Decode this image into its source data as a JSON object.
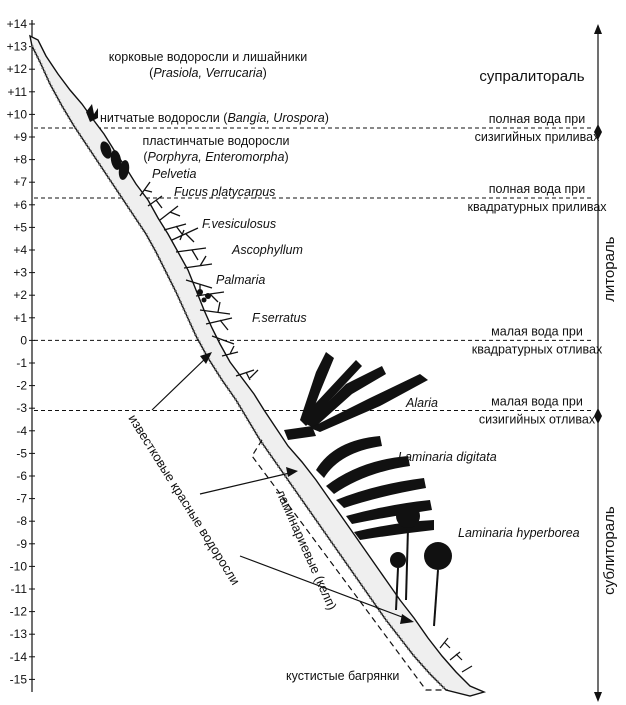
{
  "depth_axis": {
    "ticks": [
      "+14",
      "+13",
      "+12",
      "+11",
      "+10",
      "+9",
      "+8",
      "+7",
      "+6",
      "+5",
      "+4",
      "+3",
      "+2",
      "+1",
      "0",
      "-1",
      "-2",
      "-3",
      "-4",
      "-5",
      "-6",
      "-7",
      "-8",
      "-9",
      "-10",
      "-11",
      "-12",
      "-13",
      "-14",
      "-15"
    ]
  },
  "water_levels": [
    {
      "line1": "полная вода при",
      "line2": "сизигийных приливах",
      "level": 9.4
    },
    {
      "line1": "полная вода при",
      "line2": "квадратурных приливах",
      "level": 6.3
    },
    {
      "line1": "малая вода при",
      "line2": "квадратурных отливах",
      "level": 0
    },
    {
      "line1": "малая вода при",
      "line2": "сизигийных отливах",
      "level": -3.1
    }
  ],
  "zones": [
    {
      "name": "супралитораль",
      "from": 14,
      "to": 9.4
    },
    {
      "name": "литораль",
      "from": 9.4,
      "to": -3.1
    },
    {
      "name": "сублитораль",
      "from": -3.1,
      "to": -15.5
    }
  ],
  "labels": {
    "crust_line1": "корковые водоросли и лишайники",
    "crust_line2_open": "(",
    "crust_line2_names": "Prasiola, Verrucaria",
    "crust_line2_close": ")",
    "filament_text": "нитчатые водоросли (",
    "filament_names": "Bangia, Urospora",
    "filament_close": ")",
    "plate_line1": "пластинчатые водоросли",
    "plate_line2_open": "(",
    "plate_line2_names": "Porphyra, Enteromorpha",
    "plate_line2_close": ")",
    "pelvetia": "Pelvetia",
    "fucus_platycarpus": "Fucus platycarpus",
    "fucus_vesiculosus": "F.vesiculosus",
    "ascophyllum": "Ascophyllum",
    "palmaria": "Palmaria",
    "fucus_serratus": "F.serratus",
    "alaria": "Alaria",
    "laminaria_digitata": "Laminaria digitata",
    "laminaria_hyperborea": "Laminaria hyperborea",
    "coralline": "известковые красные водоросли",
    "kelp_zone": "ламинариевые (келп)",
    "bushy_reds": "кустистые багрянки"
  }
}
